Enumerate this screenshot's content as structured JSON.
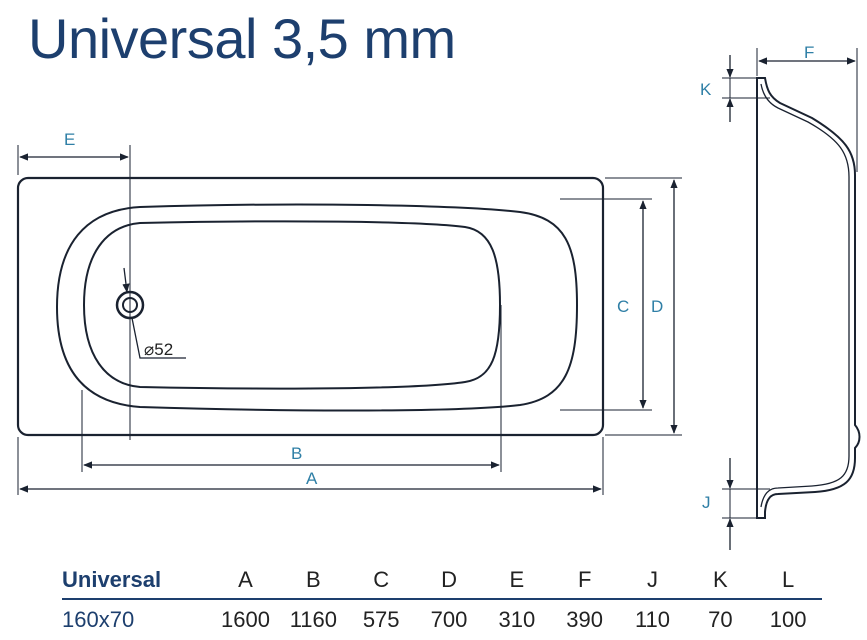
{
  "title": "Universal 3,5 mm",
  "drain_label": "⌀52",
  "dimension_labels": {
    "A": "A",
    "B": "B",
    "C": "C",
    "D": "D",
    "E": "E",
    "F": "F",
    "J": "J",
    "K": "K"
  },
  "spec_table": {
    "columns": [
      "Universal",
      "A",
      "B",
      "C",
      "D",
      "E",
      "F",
      "J",
      "K",
      "L"
    ],
    "rows": [
      [
        "160x70",
        "1600",
        "1160",
        "575",
        "700",
        "310",
        "390",
        "110",
        "70",
        "100"
      ]
    ]
  },
  "colors": {
    "title": "#1d3f6e",
    "outline": "#1a2230",
    "dimension": "#2f7fa6"
  }
}
